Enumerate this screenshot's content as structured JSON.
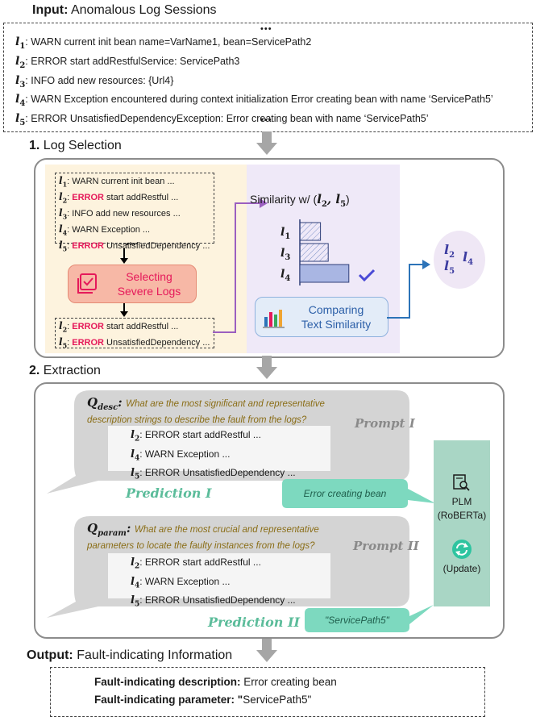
{
  "input": {
    "header_bold": "Input:",
    "header_rest": " Anomalous Log Sessions",
    "ellipsis": "•••",
    "lines": [
      {
        "sym": "l",
        "sub": "1",
        "text": ": WARN current init bean name=VarName1, bean=ServicePath2"
      },
      {
        "sym": "l",
        "sub": "2",
        "text": ": ERROR start addRestfulService: ServicePath3"
      },
      {
        "sym": "l",
        "sub": "3",
        "text": ": INFO add new resources: {Url4}"
      },
      {
        "sym": "l",
        "sub": "4",
        "text": ": WARN Exception encountered during context initialization Error creating bean with name ‘ServicePath5’"
      },
      {
        "sym": "l",
        "sub": "5",
        "text": ": ERROR UnsatisfiedDependencyException: Error creating bean with name ‘ServicePath5’"
      }
    ]
  },
  "selection": {
    "header_bold": "1.",
    "header_rest": " Log Selection",
    "logs": [
      {
        "sub": "1",
        "pre": ": WARN current init bean ...",
        "err": "",
        "post": ""
      },
      {
        "sub": "2",
        "pre": ": ",
        "err": "ERROR",
        "post": " start addRestful ..."
      },
      {
        "sub": "3",
        "pre": ": INFO add new resources ...",
        "err": "",
        "post": ""
      },
      {
        "sub": "4",
        "pre": ": WARN Exception ...",
        "err": "",
        "post": ""
      },
      {
        "sub": "5",
        "pre": ": ",
        "err": "ERROR",
        "post": " UnsatisfiedDependency ..."
      }
    ],
    "ellipsis": "•••",
    "selecting_label_1": "Selecting",
    "selecting_label_2": "Severe Logs",
    "selected": [
      {
        "sub": "2",
        "pre": ": ",
        "err": "ERROR",
        "post": " start addRestful ..."
      },
      {
        "sub": "5",
        "pre": ": ",
        "err": "ERROR",
        "post": " UnsatisfiedDependency ..."
      }
    ],
    "similarity_title": "Similarity w/ (",
    "similarity_pair_a": "l",
    "similarity_pair_a_sub": "2",
    "similarity_pair_b": "l",
    "similarity_pair_b_sub": "5",
    "bar_labels": [
      {
        "sym": "l",
        "sub": "1"
      },
      {
        "sym": "l",
        "sub": "3"
      },
      {
        "sym": "l",
        "sub": "4"
      }
    ],
    "bar_values": [
      0.4,
      0.55,
      0.95
    ],
    "comparing_label_1": "Comparing",
    "comparing_label_2": "Text Similarity",
    "result": [
      {
        "sym": "l",
        "sub": "2"
      },
      {
        "sym": "l",
        "sub": "4"
      },
      {
        "sym": "l",
        "sub": "5"
      }
    ]
  },
  "extraction": {
    "header_bold": "2.",
    "header_rest": " Extraction",
    "q_desc_sym": "Q",
    "q_desc_sub": "desc",
    "q_desc_text_1": "What are the most significant and representative",
    "q_desc_text_2": "description strings to describe the fault from the logs?",
    "prompt1": "Prompt I",
    "logs": [
      {
        "sub": "2",
        "text": ": ERROR start addRestful ..."
      },
      {
        "sub": "4",
        "text": ": WARN Exception ..."
      },
      {
        "sub": "5",
        "text": ": ERROR UnsatisfiedDependency ..."
      }
    ],
    "prediction1": "Prediction I",
    "pred1_value": "Error creating bean",
    "q_param_sym": "Q",
    "q_param_sub": "param",
    "q_param_text_1": "What are the most crucial and representative",
    "q_param_text_2": "parameters to locate the faulty instances from the logs?",
    "prompt2": "Prompt II",
    "prediction2": "Prediction II",
    "pred2_value": "\"ServicePath5\"",
    "plm_label_1": "PLM",
    "plm_label_2": "(RoBERTa)",
    "update_label": "(Update)"
  },
  "output": {
    "header_bold": "Output:",
    "header_rest": " Fault-indicating Information",
    "desc_label": "Fault-indicating description:",
    "desc_value": " Error creating bean",
    "param_label": "Fault-indicating parameter: \"",
    "param_value": "ServicePath5\""
  },
  "colors": {
    "error": "#e5195a",
    "selection_bg": "#fdf3de",
    "similarity_bg": "#efe9f8",
    "bubble_gray": "#d4d4d4",
    "plm_green": "#a9d6c5",
    "pill_green": "#7dd9bf",
    "arrow_gray": "#a6a6a6",
    "purple": "#9b5fc0",
    "blue": "#2c73b8"
  }
}
